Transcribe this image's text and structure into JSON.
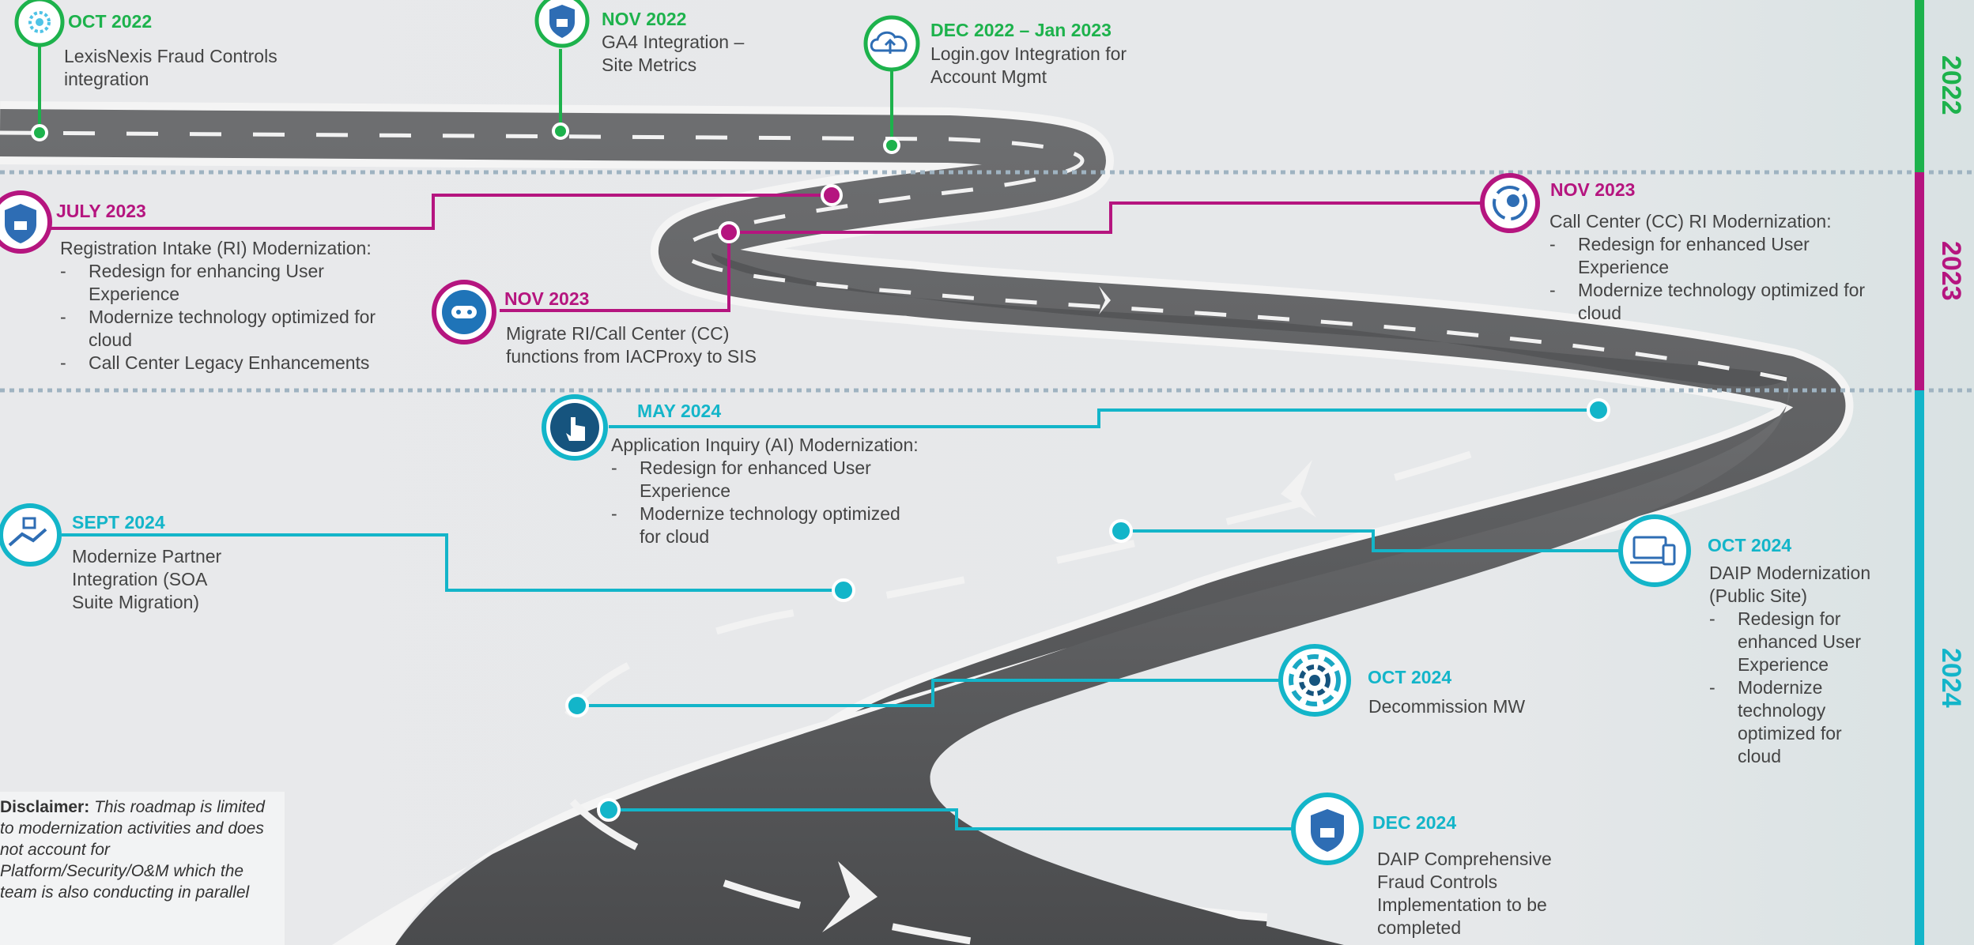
{
  "years": [
    {
      "label": "2022",
      "color": "#1db24c"
    },
    {
      "label": "2023",
      "color": "#b5157f"
    },
    {
      "label": "2024",
      "color": "#13b5c9"
    }
  ],
  "colors": {
    "green": "#1db24c",
    "magenta": "#b5157f",
    "teal": "#13b5c9",
    "road": "#58595b"
  },
  "milestones": {
    "oct2022": {
      "date": "OCT 2022",
      "lines": [
        "LexisNexis Fraud Controls",
        "integration"
      ],
      "icon": "gear-icon"
    },
    "nov2022": {
      "date": "NOV 2022",
      "lines": [
        "GA4 Integration –",
        "Site Metrics"
      ],
      "icon": "shield-lock-icon"
    },
    "dec2022": {
      "date": "DEC 2022 – Jan 2023",
      "lines": [
        "Login.gov Integration for",
        "Account Mgmt"
      ],
      "icon": "cloud-upload-icon"
    },
    "jul2023": {
      "date": "JULY 2023",
      "title": "Registration Intake (RI) Modernization:",
      "bullets": [
        "Redesign for enhancing User Experience",
        "Modernize technology optimized for cloud",
        "Call Center Legacy Enhancements"
      ],
      "icon": "shield-lock-icon"
    },
    "nov2023a": {
      "date": "NOV 2023",
      "lines": [
        "Migrate RI/Call Center (CC)",
        "functions from IACProxy to SIS"
      ],
      "icon": "robot-icon"
    },
    "nov2023b": {
      "date": "NOV 2023",
      "title": "Call Center (CC) RI Modernization:",
      "bullets": [
        "Redesign for enhanced User Experience",
        "Modernize technology optimized for cloud"
      ],
      "icon": "cycle-gear-icon"
    },
    "may2024": {
      "date": "MAY 2024",
      "title": "Application Inquiry (AI) Modernization:",
      "bullets": [
        "Redesign for enhanced User Experience",
        "Modernize technology optimized for cloud"
      ],
      "icon": "touch-icon"
    },
    "sept2024": {
      "date": "SEPT 2024",
      "lines": [
        "Modernize Partner",
        "Integration (SOA",
        "Suite Migration)"
      ],
      "icon": "handshake-icon"
    },
    "oct2024a": {
      "date": "OCT 2024",
      "title": "DAIP Modernization (Public Site)",
      "bullets": [
        "Redesign for enhanced User Experience",
        "Modernize technology optimized for cloud"
      ],
      "icon": "devices-icon"
    },
    "oct2024b": {
      "date": "OCT 2024",
      "lines": [
        "Decommission MW"
      ],
      "icon": "gear-icon"
    },
    "dec2024": {
      "date": "DEC 2024",
      "lines": [
        "DAIP Comprehensive",
        "Fraud Controls",
        "Implementation to be",
        "completed"
      ],
      "icon": "shield-lock-icon"
    }
  },
  "disclaimer": {
    "label": "Disclaimer:",
    "text": "This roadmap is limited to modernization activities and does not account for Platform/Security/O&M which the team is also conducting in parallel"
  }
}
